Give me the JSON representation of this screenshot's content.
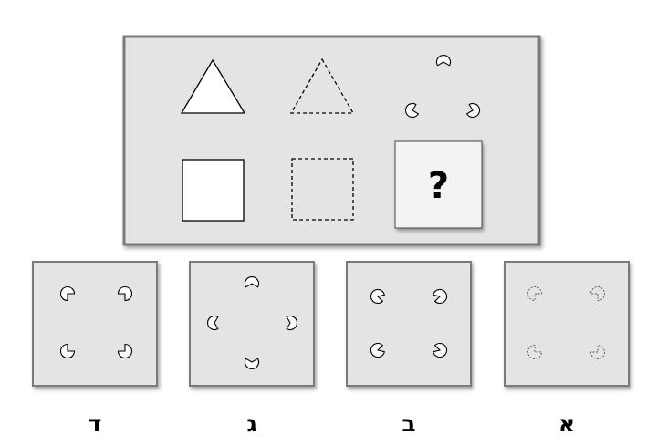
{
  "colors": {
    "panel_fill": "#e4e4e4",
    "panel_border": "#7a7a7a",
    "shape_fill": "#ffffff",
    "stroke": "#000000",
    "question_box_fill": "#f2f2f2"
  },
  "matrix": {
    "cells": [
      {
        "shape": "triangle",
        "style": "solid"
      },
      {
        "shape": "triangle",
        "style": "dashed"
      },
      {
        "shape": "triangle",
        "style": "illusory-pacmen"
      },
      {
        "shape": "square",
        "style": "solid"
      },
      {
        "shape": "square",
        "style": "dashed"
      },
      {
        "shape": "unknown",
        "style": "question-box"
      }
    ],
    "question_mark": "?"
  },
  "options": [
    {
      "label": "ד",
      "arrangement": "square",
      "style": "pacmen-misaligned"
    },
    {
      "label": "ג",
      "arrangement": "diamond",
      "style": "pacmen"
    },
    {
      "label": "ב",
      "arrangement": "square",
      "style": "pacmen-rotated"
    },
    {
      "label": "א",
      "arrangement": "square",
      "style": "pacmen-dashed"
    }
  ]
}
